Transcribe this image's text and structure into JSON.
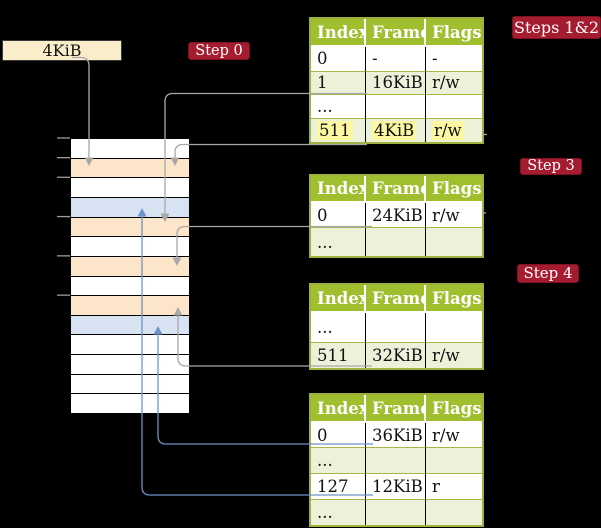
{
  "register_box": {
    "label": "4KiB"
  },
  "badges": [
    {
      "id": "step0",
      "label": "Step 0"
    },
    {
      "id": "steps12",
      "label": "Steps 1&2"
    },
    {
      "id": "step3",
      "label": "Step 3"
    },
    {
      "id": "step4",
      "label": "Step 4"
    }
  ],
  "tables": [
    {
      "id": "steps-1-2",
      "headers": [
        "Index",
        "Frame",
        "Flags"
      ],
      "rows": [
        {
          "cells": [
            "0",
            "-",
            "-"
          ]
        },
        {
          "cells": [
            "1",
            "16KiB",
            "r/w"
          ]
        },
        {
          "cells": [
            "...",
            "",
            ""
          ]
        },
        {
          "cells": [
            "511",
            "4KiB",
            "r/w"
          ],
          "highlight": true
        }
      ]
    },
    {
      "id": "step-3",
      "headers": [
        "Index",
        "Frame",
        "Flags"
      ],
      "rows": [
        {
          "cells": [
            "0",
            "24KiB",
            "r/w"
          ]
        },
        {
          "cells": [
            "...",
            "",
            ""
          ]
        }
      ]
    },
    {
      "id": "step-4",
      "headers": [
        "Index",
        "Frame",
        "Flags"
      ],
      "rows": [
        {
          "cells": [
            "...",
            "",
            ""
          ]
        },
        {
          "cells": [
            "511",
            "32KiB",
            "r/w"
          ]
        }
      ]
    },
    {
      "id": "final",
      "headers": [
        "Index",
        "Frame",
        "Flags"
      ],
      "rows": [
        {
          "cells": [
            "0",
            "36KiB",
            "r/w"
          ]
        },
        {
          "cells": [
            "...",
            "",
            ""
          ]
        },
        {
          "cells": [
            "127",
            "12KiB",
            "r"
          ]
        },
        {
          "cells": [
            "...",
            "",
            ""
          ]
        }
      ]
    }
  ],
  "memory": {
    "rows": [
      "free",
      "page-table",
      "free",
      "data-page",
      "page-table",
      "free",
      "page-table",
      "free",
      "page-table",
      "data-page",
      "free",
      "free",
      "free",
      "free"
    ]
  },
  "colors": {
    "badge_red": "#a51c30",
    "header_green": "#a0bf2e",
    "row_green": "#ecf1da",
    "frame_peach": "#fce5c9",
    "frame_blue": "#d7e3f3",
    "highlight_yellow": "#fdf7a2",
    "connector_grey": "#a8a8a8",
    "connector_blue": "#7191c9",
    "register_cream": "#faeeca"
  }
}
